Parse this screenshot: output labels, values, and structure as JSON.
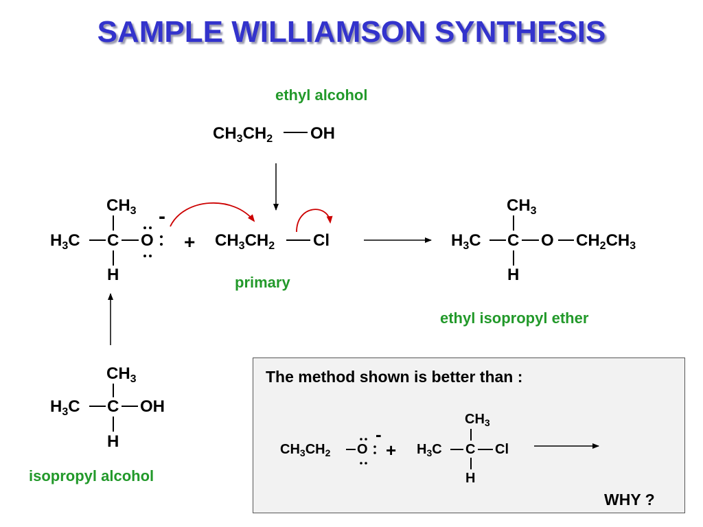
{
  "title": "SAMPLE WILLIAMSON SYNTHESIS",
  "labels": {
    "ethyl_alcohol": "ethyl alcohol",
    "primary": "primary",
    "ethyl_isopropyl_ether": "ethyl isopropyl ether",
    "isopropyl_alcohol": "isopropyl alcohol"
  },
  "ethyl_alcohol_formula": {
    "left": "CH",
    "s1": "3",
    "mid": "CH",
    "s2": "2",
    "right": "OH"
  },
  "alkoxide": {
    "top": "CH",
    "top_sub": "3",
    "left": "H",
    "left_sub": "3",
    "left_c": "C",
    "center": "C",
    "o": "O",
    "charge": "-",
    "bottom": "H"
  },
  "plus": "+",
  "ethyl_chloride": {
    "a": "CH",
    "a_sub": "3",
    "b": "CH",
    "b_sub": "2",
    "c": "Cl"
  },
  "ether": {
    "top": "CH",
    "top_sub": "3",
    "left": "H",
    "left_sub": "3",
    "left_c": "C",
    "center": "C",
    "o": "O",
    "r1": "CH",
    "r1_sub": "2",
    "r2": "CH",
    "r2_sub": "3",
    "bottom": "H"
  },
  "isopropanol": {
    "top": "CH",
    "top_sub": "3",
    "left": "H",
    "left_sub": "3",
    "left_c": "C",
    "center": "C",
    "oh": "OH",
    "bottom": "H"
  },
  "box": {
    "heading": "The method shown is better than :",
    "ethoxide": {
      "a": "CH",
      "a_sub": "3",
      "b": "CH",
      "b_sub": "2",
      "o": "O",
      "charge": "-"
    },
    "plus": "+",
    "chloride": {
      "top": "CH",
      "top_sub": "3",
      "left": "H",
      "left_sub": "3",
      "left_c": "C",
      "center": "C",
      "cl": "Cl",
      "bottom": "H"
    },
    "why": "WHY ?"
  },
  "colors": {
    "title": "#3333cc",
    "label_green": "#22992a",
    "curved_arrow": "#cc0000",
    "box_bg": "#f2f2f2"
  }
}
